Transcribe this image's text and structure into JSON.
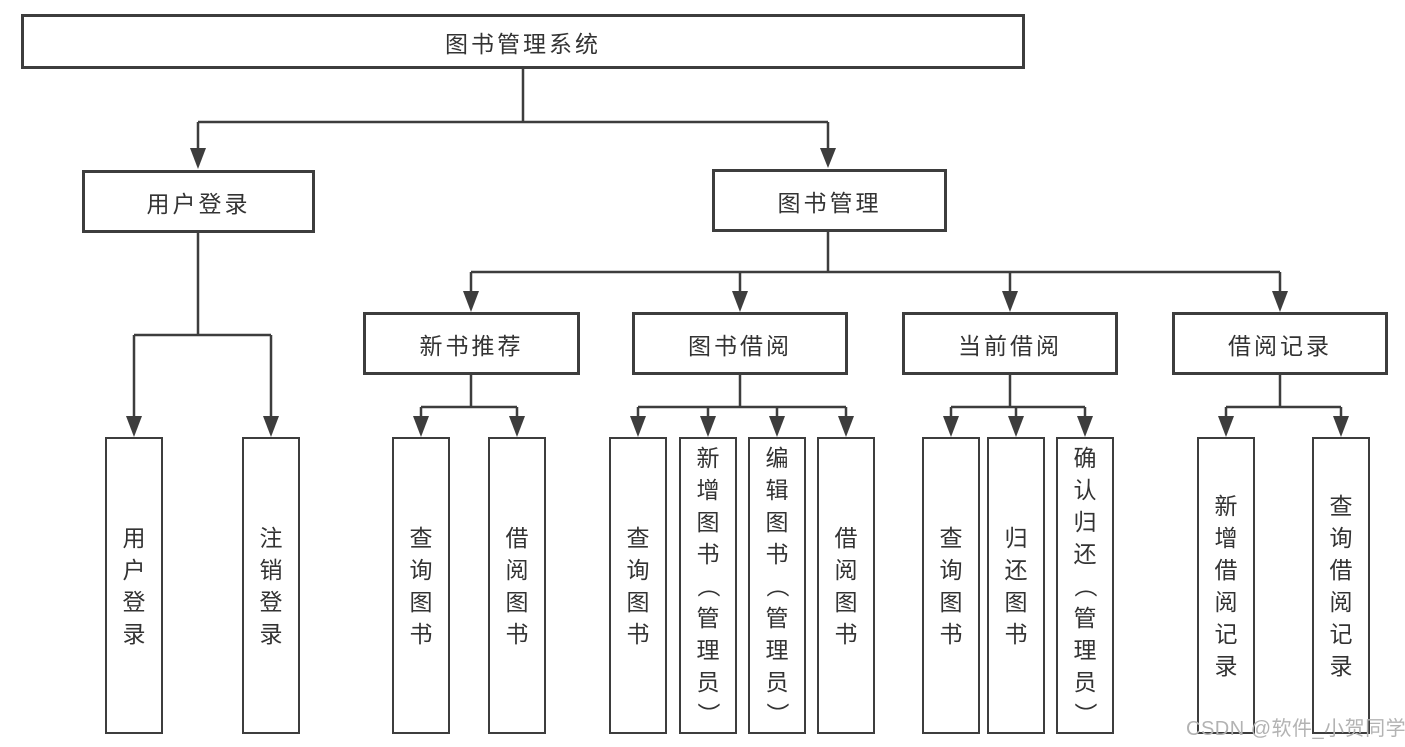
{
  "diagram_type": "tree",
  "tree": {
    "label": "图书管理系统",
    "children": [
      {
        "label": "用户登录",
        "children": [
          {
            "label": "用户登录"
          },
          {
            "label": "注销登录"
          }
        ]
      },
      {
        "label": "图书管理",
        "children": [
          {
            "label": "新书推荐",
            "children": [
              {
                "label": "查询图书"
              },
              {
                "label": "借阅图书"
              }
            ]
          },
          {
            "label": "图书借阅",
            "children": [
              {
                "label": "查询图书"
              },
              {
                "label": "新增图书（管理员）"
              },
              {
                "label": "编辑图书（管理员）"
              },
              {
                "label": "借阅图书"
              }
            ]
          },
          {
            "label": "当前借阅",
            "children": [
              {
                "label": "查询图书"
              },
              {
                "label": "归还图书"
              },
              {
                "label": "确认归还（管理员）"
              }
            ]
          },
          {
            "label": "借阅记录",
            "children": [
              {
                "label": "新增借阅记录"
              },
              {
                "label": "查询借阅记录"
              }
            ]
          }
        ]
      }
    ]
  },
  "watermark": "CSDN @软件_小贺同学",
  "colors": {
    "line": "#3d3d3d",
    "text": "#333333",
    "background": "#ffffff",
    "box_fill": "#ffffff",
    "watermark_text": "#b3b3b3"
  }
}
